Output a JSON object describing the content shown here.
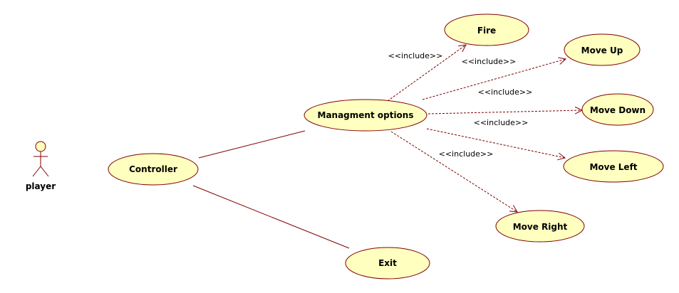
{
  "actor": {
    "name": "player"
  },
  "use_cases": {
    "controller": "Controller",
    "managment": "Managment options",
    "exit": "Exit",
    "fire": "Fire",
    "move_up": "Move Up",
    "move_down": "Move Down",
    "move_left": "Move Left",
    "move_right": "Move Right"
  },
  "relations": {
    "include_label": "<<include>>"
  },
  "colors": {
    "use_case_fill": "#ffffc0",
    "line": "#800000",
    "background": "#ffffff"
  }
}
